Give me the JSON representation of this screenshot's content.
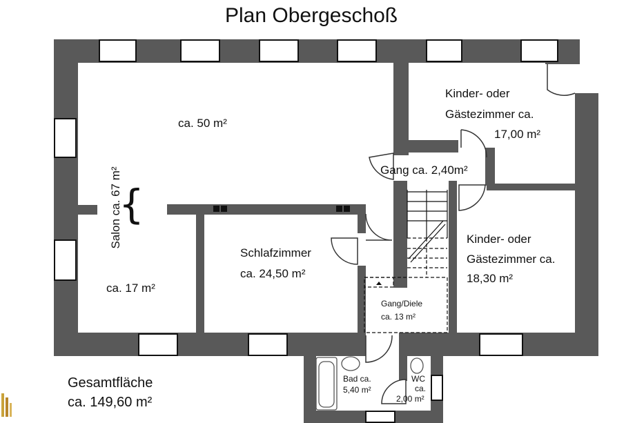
{
  "title": "Plan Obergeschoß",
  "colors": {
    "wall": "#595959",
    "background": "#ffffff",
    "text": "#111111"
  },
  "rooms": {
    "salon_upper": {
      "label": "ca. 50 m²"
    },
    "salon": {
      "label": "Salon ca. 67 m²"
    },
    "salon_lower": {
      "label": "ca. 17 m²"
    },
    "schlafzimmer": {
      "name": "Schlafzimmer",
      "area": "ca. 24,50 m²"
    },
    "kinder1": {
      "line1": "Kinder- oder",
      "line2": "Gästezimmer ca.",
      "area": "17,00 m²"
    },
    "gang": {
      "label": "Gang ca. 2,40m²"
    },
    "kinder2": {
      "line1": "Kinder- oder",
      "line2": "Gästezimmer ca.",
      "area": "18,30 m²"
    },
    "diele": {
      "name": "Gang/Diele",
      "area": "ca. 13 m²"
    },
    "bad": {
      "name": "Bad ca.",
      "area": "5,40 m²"
    },
    "wc": {
      "name": "WC",
      "sub": "ca.",
      "area": "2,00 m²"
    }
  },
  "total": {
    "label": "Gesamtfläche",
    "value": "ca. 149,60 m²"
  },
  "icons": {
    "brace": "curly-brace",
    "logo": "company-logo",
    "stair_arrow": "arrow-up-icon"
  }
}
